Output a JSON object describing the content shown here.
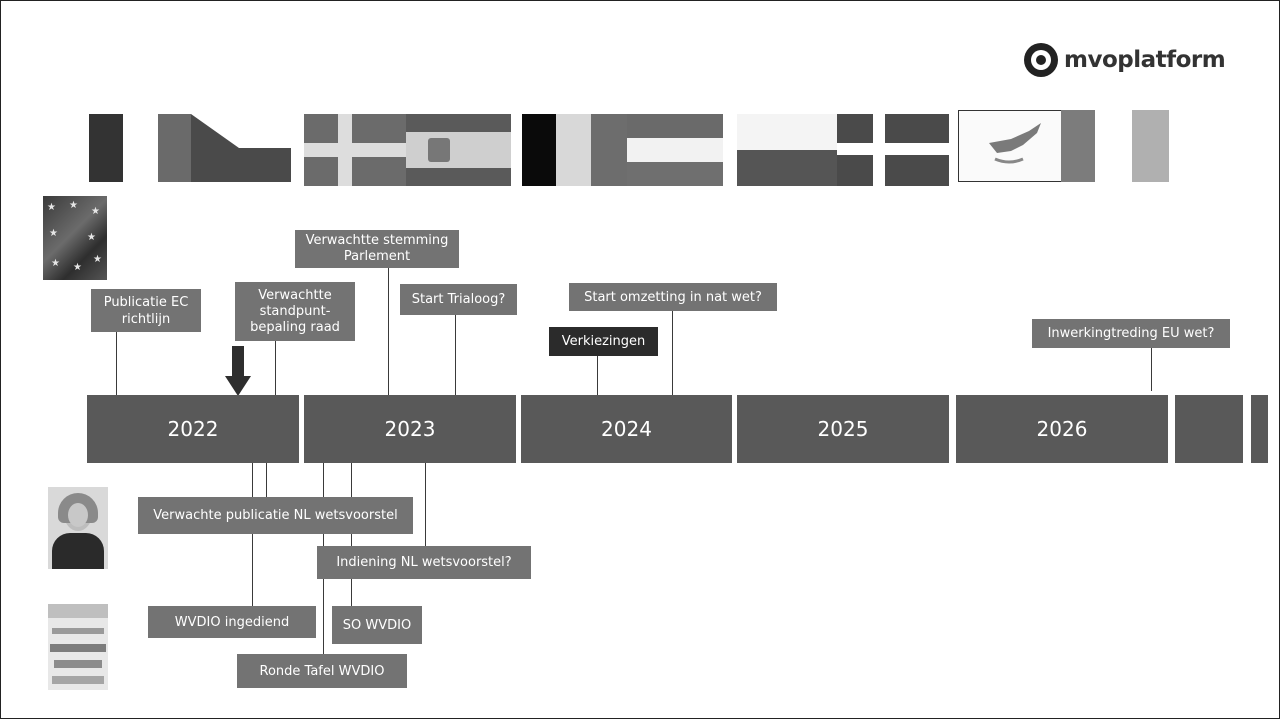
{
  "logo": {
    "text": "mvoplatform"
  },
  "timeline": {
    "years": [
      "2022",
      "2023",
      "2024",
      "2025",
      "2026"
    ]
  },
  "eu_events": {
    "publicatie_ec": "Publicatie EC richtlijn",
    "standpunt_raad": "Verwachtte standpunt-bepaling raad",
    "stemming_parlement": "Verwachtte stemming Parlement",
    "start_trialoog": "Start Trialoog?",
    "verkiezingen": "Verkiezingen",
    "start_omzetting": "Start omzetting in nat wet?",
    "inwerkingtreding": "Inwerkingtreding EU wet?"
  },
  "nl_events": {
    "publicatie_nl": "Verwachte publicatie NL wetsvoorstel",
    "indiening_nl": "Indiening NL wetsvoorstel?",
    "wvdio_ingediend": "WVDIO ingediend",
    "so_wvdio": "SO WVDIO",
    "ronde_tafel": "Ronde Tafel WVDIO"
  }
}
